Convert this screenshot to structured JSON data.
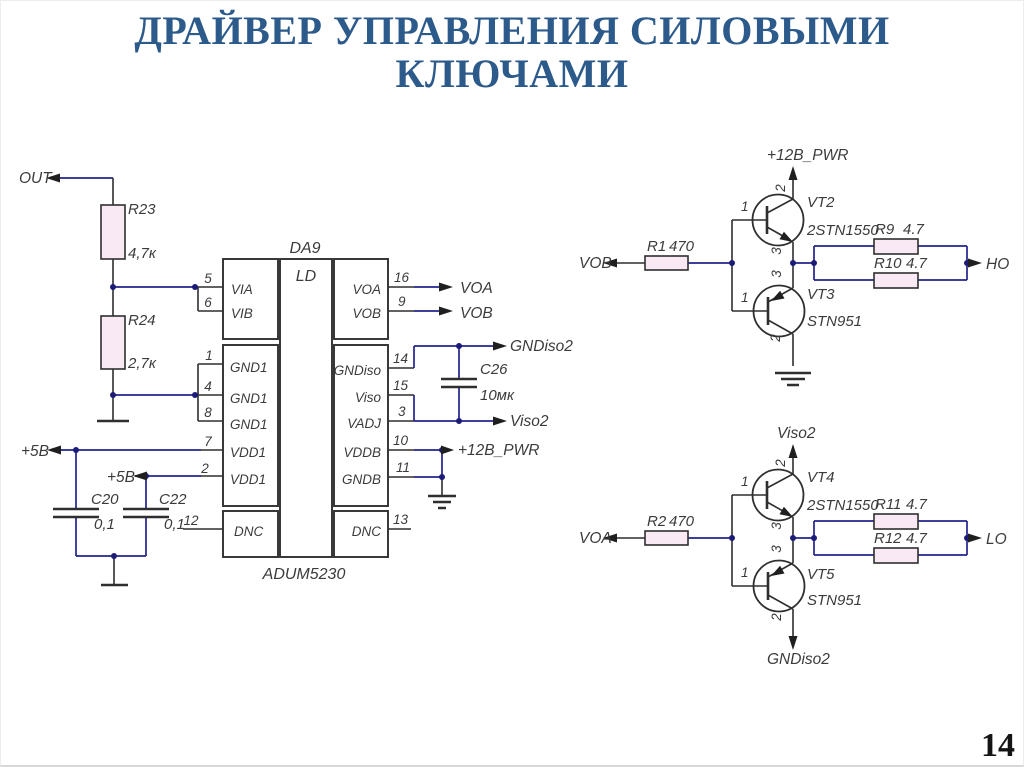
{
  "title": {
    "line1": "ДРАЙВЕР УПРАВЛЕНИЯ СИЛОВЫМИ",
    "line2": "КЛЮЧАМИ"
  },
  "page": {
    "number": "14"
  },
  "colors": {
    "title_blue": "#2b5a8b",
    "wire_navy": "#23238e",
    "line_dark": "#2f2f2f",
    "component_pink": "#f8e9f4"
  },
  "left": {
    "out_label": "OUT",
    "r23": {
      "ref": "R23",
      "value": "4,7к"
    },
    "r24": {
      "ref": "R24",
      "value": "2,7к"
    },
    "p5v_top": "+5B",
    "p5v_mid": "+5B",
    "c20": {
      "ref": "C20",
      "value": "0,1"
    },
    "c22": {
      "ref": "C22",
      "value": "0,1"
    }
  },
  "ic": {
    "designator": "DA9",
    "core": "LD",
    "part": "ADUM5230",
    "left_pins": [
      {
        "num": "5",
        "name": "VIA"
      },
      {
        "num": "6",
        "name": "VIB"
      },
      {
        "num": "1",
        "name": "GND1"
      },
      {
        "num": "4",
        "name": "GND1"
      },
      {
        "num": "8",
        "name": "GND1"
      },
      {
        "num": "7",
        "name": "VDD1"
      },
      {
        "num": "2",
        "name": "VDD1"
      },
      {
        "num": "12",
        "name": "DNC"
      }
    ],
    "right_pins": [
      {
        "num": "16",
        "name": "VOA"
      },
      {
        "num": "9",
        "name": "VOB"
      },
      {
        "num": "14",
        "name": "GNDiso"
      },
      {
        "num": "15",
        "name": "Viso"
      },
      {
        "num": "3",
        "name": "VADJ"
      },
      {
        "num": "10",
        "name": "VDDB"
      },
      {
        "num": "11",
        "name": "GNDB"
      },
      {
        "num": "13",
        "name": "DNC"
      }
    ],
    "out_nets": {
      "voa": "VOA",
      "vob": "VOB",
      "gndiso2": "GNDiso2",
      "viso2": "Viso2",
      "pwr": "+12B_PWR"
    },
    "c26": {
      "ref": "C26",
      "value": "10мк"
    }
  },
  "driver_high": {
    "pwr_net": "+12B_PWR",
    "in_net": "VOB",
    "out_net": "HO",
    "r_in": {
      "ref": "R1",
      "value": "470"
    },
    "r_par_top": {
      "ref": "R9",
      "value": "4.7"
    },
    "r_par_bot": {
      "ref": "R10",
      "value": "4.7"
    },
    "vt_top": {
      "ref": "VT2",
      "part": "2STN1550",
      "pin_base": "1",
      "pin_col": "2",
      "pin_em": "3"
    },
    "vt_bot": {
      "ref": "VT3",
      "part": "STN951",
      "pin_base": "1",
      "pin_col": "2",
      "pin_em": "3"
    }
  },
  "driver_low": {
    "pwr_net": "Viso2",
    "gnd_net": "GNDiso2",
    "in_net": "VOA",
    "out_net": "LO",
    "r_in": {
      "ref": "R2",
      "value": "470"
    },
    "r_par_top": {
      "ref": "R11",
      "value": "4.7"
    },
    "r_par_bot": {
      "ref": "R12",
      "value": "4.7"
    },
    "vt_top": {
      "ref": "VT4",
      "part": "2STN1550",
      "pin_base": "1",
      "pin_col": "2",
      "pin_em": "3"
    },
    "vt_bot": {
      "ref": "VT5",
      "part": "STN951",
      "pin_base": "1",
      "pin_col": "2",
      "pin_em": "3"
    }
  }
}
